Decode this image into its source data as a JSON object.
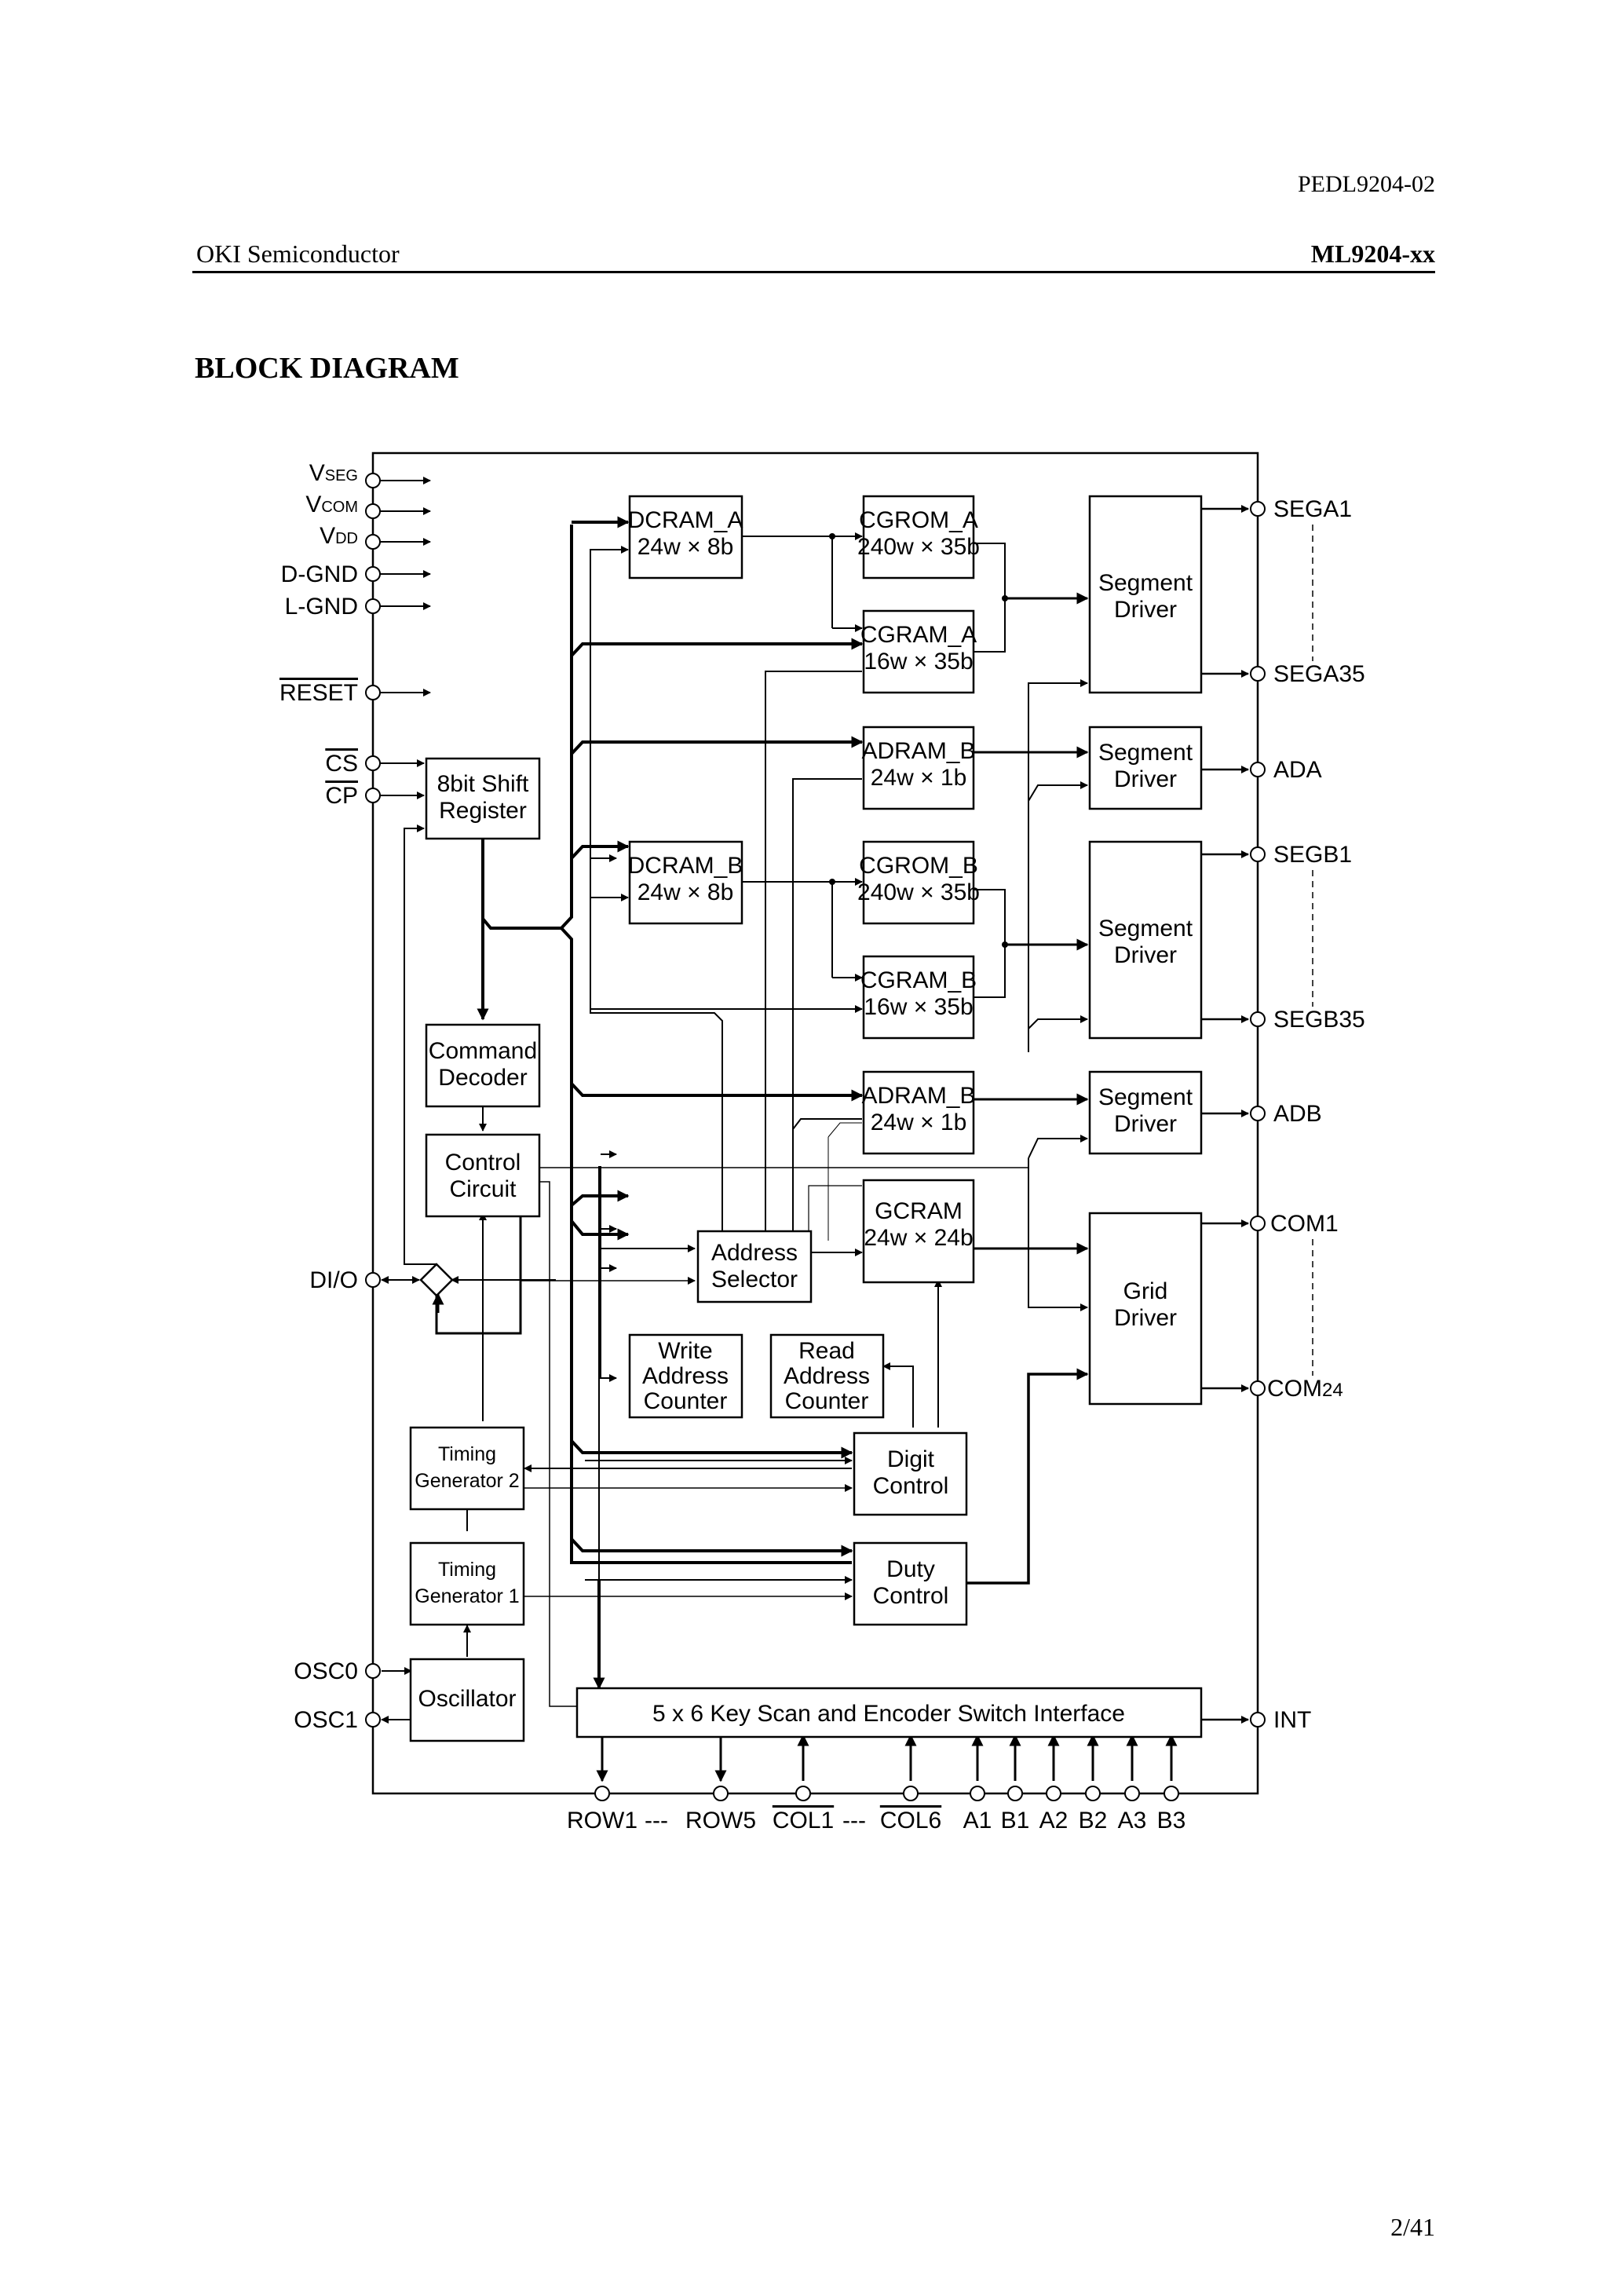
{
  "header": {
    "doc_id": "PEDL9204-02",
    "company": "OKI Semiconductor",
    "model": "ML9204-xx"
  },
  "section_title": "BLOCK DIAGRAM",
  "page_number": "2/41",
  "diagram": {
    "left_pins": {
      "vseg_main": "V",
      "vseg_sub": "SEG",
      "vcom_main": "V",
      "vcom_sub": "COM",
      "vdd_main": "V",
      "vdd_sub": "DD",
      "dgnd": "D-GND",
      "lgnd": "L-GND",
      "reset": "RESET",
      "cs": "CS",
      "cp": "CP",
      "dio": "DI/O",
      "osc0": "OSC0",
      "osc1": "OSC1"
    },
    "right_pins": {
      "sega1": "SEGA1",
      "sega35": "SEGA35",
      "ada": "ADA",
      "segb1": "SEGB1",
      "segb35": "SEGB35",
      "adb": "ADB",
      "com1": "COM1",
      "com24_main": "COM",
      "com24_sub": "24",
      "int": "INT"
    },
    "bottom_pins": {
      "row1": "ROW1",
      "row5": "ROW5",
      "col1": "COL1",
      "col6": "COL6",
      "a1": "A1",
      "b1": "B1",
      "a2": "A2",
      "b2": "B2",
      "a3": "A3",
      "b3": "B3",
      "dash": "---"
    },
    "blocks": {
      "shift_register": [
        "8bit Shift",
        "Register"
      ],
      "command_decoder": [
        "Command",
        "Decoder"
      ],
      "control_circuit": [
        "Control",
        "Circuit"
      ],
      "timing_generator_2": [
        "Timing",
        "Generator 2"
      ],
      "timing_generator_1": [
        "Timing",
        "Generator 1"
      ],
      "oscillator": "Oscillator",
      "dcram_a": [
        "DCRAM_A",
        "24w × 8b"
      ],
      "cgrom_a": [
        "CGROM_A",
        "240w × 35b"
      ],
      "cgram_a": [
        "CGRAM_A",
        "16w × 35b"
      ],
      "adram_a": [
        "ADRAM_B",
        "24w × 1b"
      ],
      "dcram_b": [
        "DCRAM_B",
        "24w × 8b"
      ],
      "cgrom_b": [
        "CGROM_B",
        "240w × 35b"
      ],
      "cgram_b": [
        "CGRAM_B",
        "16w × 35b"
      ],
      "adram_b": [
        "ADRAM_B",
        "24w × 1b"
      ],
      "gcram": [
        "GCRAM",
        "24w × 24b"
      ],
      "address_selector": [
        "Address",
        "Selector"
      ],
      "write_address_counter": [
        "Write",
        "Address",
        "Counter"
      ],
      "read_address_counter": [
        "Read",
        "Address",
        "Counter"
      ],
      "digit_control": [
        "Digit",
        "Control"
      ],
      "duty_control": [
        "Duty",
        "Control"
      ],
      "segment_driver_a": [
        "Segment",
        "Driver"
      ],
      "segment_driver_ada": [
        "Segment",
        "Driver"
      ],
      "segment_driver_b": [
        "Segment",
        "Driver"
      ],
      "segment_driver_adb": [
        "Segment",
        "Driver"
      ],
      "grid_driver": [
        "Grid",
        "Driver"
      ],
      "key_scan": "5 x 6 Key Scan and Encoder Switch Interface"
    }
  }
}
